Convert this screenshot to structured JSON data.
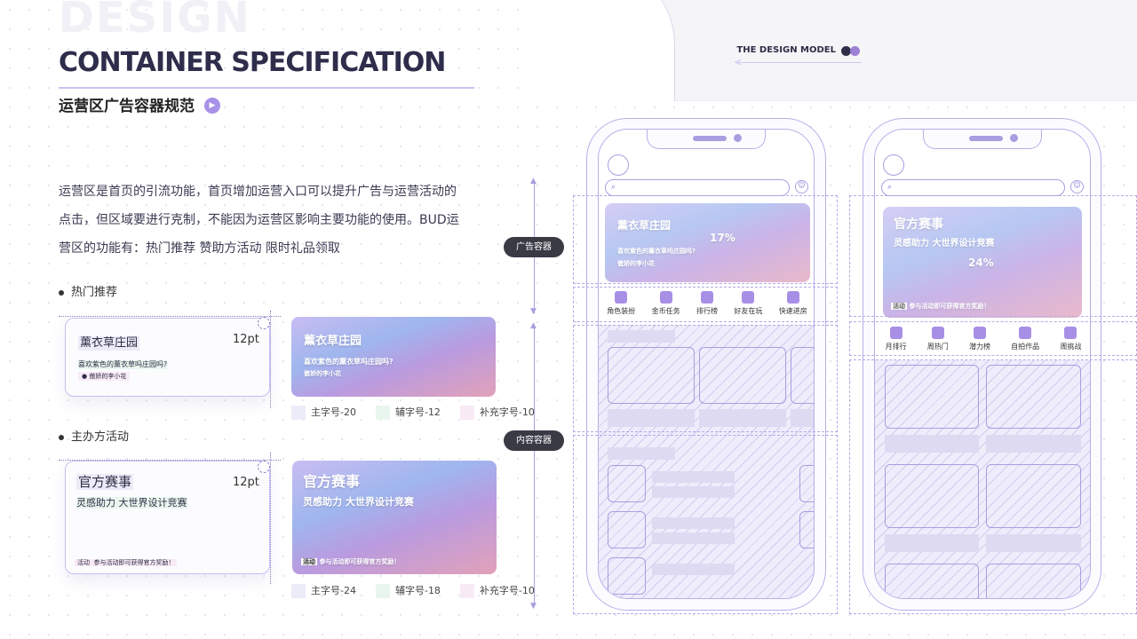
{
  "header": {
    "ghost": "DESIGN",
    "title": "CONTAINER SPECIFICATION",
    "subtitle": "运营区广告容器规范",
    "model_label": "THE DESIGN MODEL"
  },
  "intro": "运营区是首页的引流功能，首页增加运营入口可以提升广告与运营活动的点击，但区域要进行克制，不能因为运营区影响主要功能的使用。BUD运营区的功能有：热门推荐 赞助方活动 限时礼品领取",
  "sections": [
    {
      "label": "热门推荐",
      "card": {
        "title": "薰衣草庄园",
        "desc": "喜欢紫色的薰衣草吗庄园吗?",
        "author": "傲娇的李小花",
        "pt": "12pt"
      },
      "banner": {
        "title": "薰衣草庄园",
        "desc": "喜欢紫色的薰衣草吗庄园吗?",
        "author": "傲娇的李小花"
      },
      "legend": [
        "主字号-20",
        "辅字号-12",
        "补充字号-10"
      ]
    },
    {
      "label": "主办方活动",
      "card": {
        "title": "官方赛事",
        "desc": "灵感助力 大世界设计竞赛",
        "tag": "活动",
        "note": "参与活动即可获得官方奖励！",
        "pt": "12pt"
      },
      "banner": {
        "title": "官方赛事",
        "desc": "灵感助力 大世界设计竞赛",
        "tag": "活动",
        "note": "参与活动即可获得官方奖励！"
      },
      "legend": [
        "主字号-24",
        "辅字号-18",
        "补充字号-10"
      ]
    }
  ],
  "labels": {
    "ad_container": "广告容器",
    "content_container": "内容容器"
  },
  "phone1": {
    "banner_title": "薰衣草庄园",
    "banner_desc": "喜欢紫色的薰衣草吗庄园吗?",
    "banner_author": "傲娇的李小花",
    "percent": "17%",
    "icons": [
      "角色装扮",
      "金币任务",
      "排行榜",
      "好友在玩",
      "快速进房"
    ]
  },
  "phone2": {
    "banner_title": "官方赛事",
    "banner_desc": "灵感助力 大世界设计竞赛",
    "banner_tag": "活动",
    "banner_note": "参与活动即可获得官方奖励！",
    "percent": "24%",
    "icons": [
      "月排行",
      "周热门",
      "潜力榜",
      "自拍作品",
      "周挑战"
    ]
  },
  "colors": {
    "accent": "#a892e8",
    "title": "#2e2d4b",
    "outline": "#b6aee8"
  }
}
